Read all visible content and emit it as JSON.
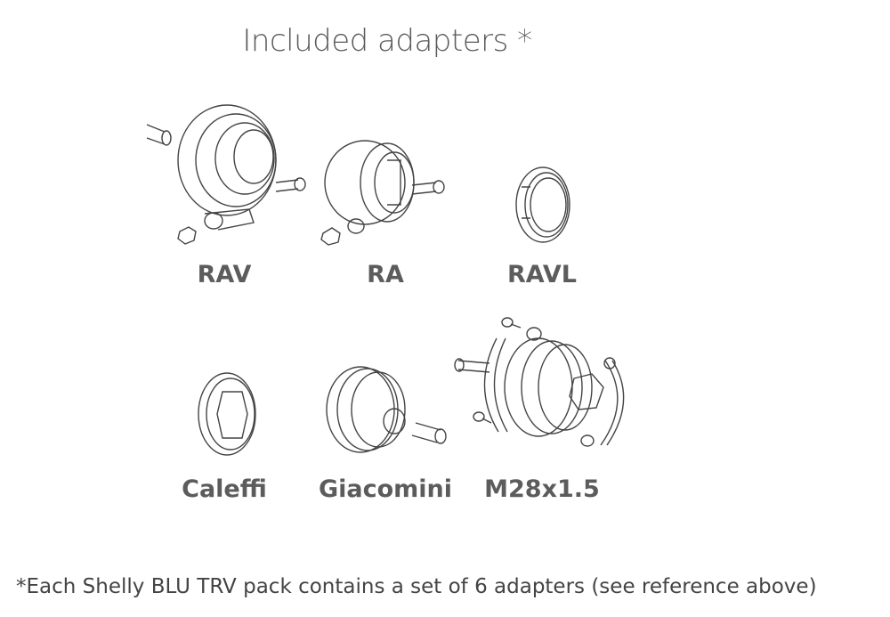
{
  "title": "Included adapters *",
  "adapters": [
    {
      "name": "RAV"
    },
    {
      "name": "RA"
    },
    {
      "name": "RAVL"
    },
    {
      "name": "Caleffi"
    },
    {
      "name": "Giacomini"
    },
    {
      "name": "M28x1.5"
    }
  ],
  "footnote": "*Each Shelly BLU TRV pack contains a set of 6 adapters (see reference above)"
}
